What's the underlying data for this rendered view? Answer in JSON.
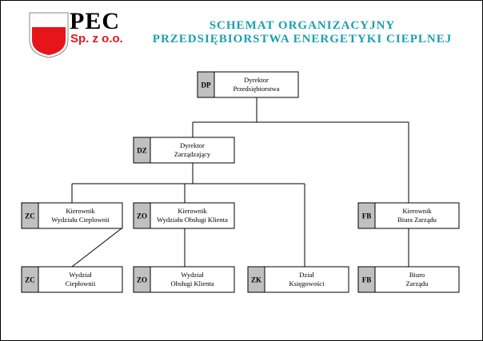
{
  "header": {
    "logo": {
      "name_text": "PEC",
      "sub_text": "Sp. z o.o.",
      "colors": {
        "white": "#ffffff",
        "red": "#e8141c",
        "dark": "#000000",
        "shield_outline": "#888888"
      }
    },
    "title_line1": "SCHEMAT ORGANIZACYJNY",
    "title_line2": "PRZEDSIĘBIORSTWA ENERGETYKI CIEPLNEJ",
    "title_color": "#1a9fb0"
  },
  "colors": {
    "code_fill": "#c0c0c0",
    "box_fill": "#ffffff",
    "line": "#000000"
  },
  "nodes": [
    {
      "id": "dp",
      "code": "DP",
      "line1": "Dyrektor",
      "line2": "Przedsiębiorstwa"
    },
    {
      "id": "dz",
      "code": "DZ",
      "line1": "Dyrektor",
      "line2": "Zarządzający"
    },
    {
      "id": "zc-head",
      "code": "ZC",
      "line1": "Kierownik",
      "line2": "Wydziału Cieplownii"
    },
    {
      "id": "zo-head",
      "code": "ZO",
      "line1": "Kierownik",
      "line2": "Wydziału Obsługi Klienta"
    },
    {
      "id": "fb-head",
      "code": "FB",
      "line1": "Kierownik",
      "line2": "Biura Zarządu"
    },
    {
      "id": "zc-unit",
      "code": "ZC",
      "line1": "Wydział",
      "line2": "Ciepłownii"
    },
    {
      "id": "zo-unit",
      "code": "ZO",
      "line1": "Wydział",
      "line2": "Obsługi Klienta"
    },
    {
      "id": "zk-unit",
      "code": "ZK",
      "line1": "Dział",
      "line2": "Księgowości"
    },
    {
      "id": "fb-unit",
      "code": "FB",
      "line1": "Biuro",
      "line2": "Zarządu"
    }
  ]
}
